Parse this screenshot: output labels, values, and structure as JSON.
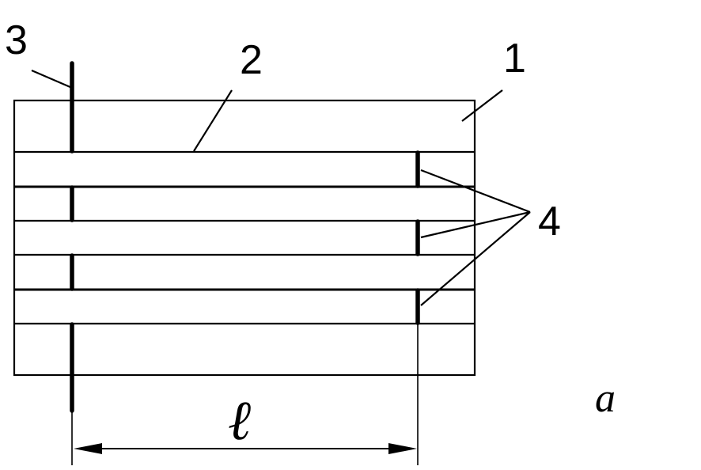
{
  "colors": {
    "ink": "#000000",
    "background": "#ffffff"
  },
  "labels": {
    "part_1": "1",
    "part_2": "2",
    "part_3": "3",
    "part_4": "4",
    "length_symbol": "ℓ",
    "subfigure": "a"
  }
}
